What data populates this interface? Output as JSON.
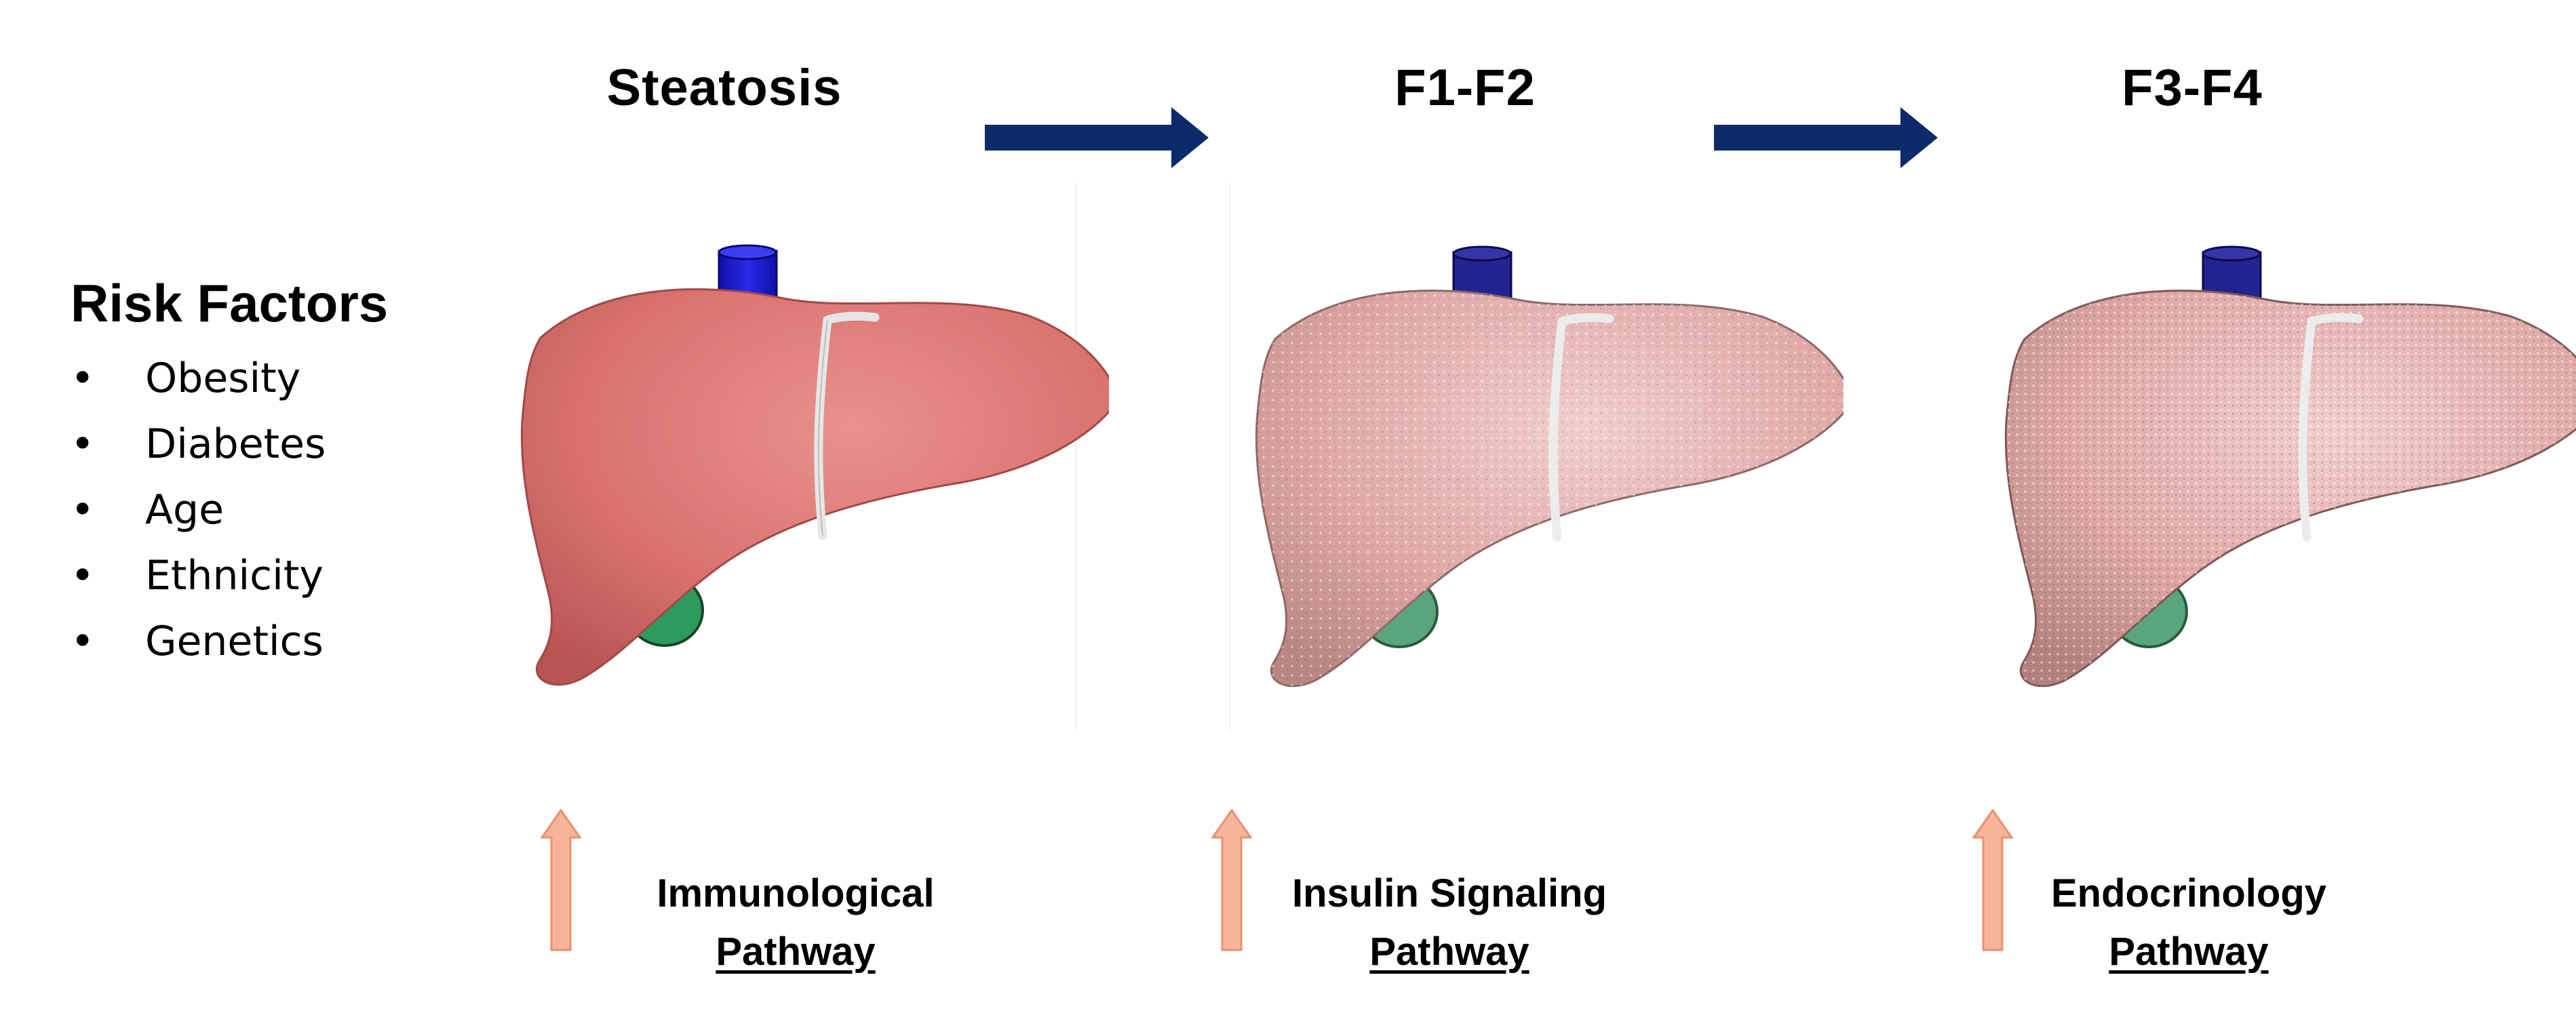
{
  "stages": [
    {
      "title": "Steatosis"
    },
    {
      "title": "F1-F2"
    },
    {
      "title": "F3-F4"
    }
  ],
  "risk_factors": {
    "heading": "Risk Factors",
    "bullet": "•",
    "items": [
      "Obesity",
      "Diabetes",
      "Age",
      "Ethnicity",
      "Genetics"
    ]
  },
  "pathways": [
    {
      "line1": "Immunological",
      "line2": "Pathway"
    },
    {
      "line1": "Insulin Signaling",
      "line2": "Pathway"
    },
    {
      "line1": "Endocrinology",
      "line2": "Pathway"
    }
  ],
  "colors": {
    "flow_arrow": "#0d2a6b",
    "up_arrow_fill": "#f7b49a",
    "up_arrow_stroke": "#e9906e",
    "liver_steatosis": "#d9726f",
    "liver_fibrosis": "#dfa8a6",
    "vein": "#1b1bd6",
    "gallbladder": "#2e9a5e"
  }
}
